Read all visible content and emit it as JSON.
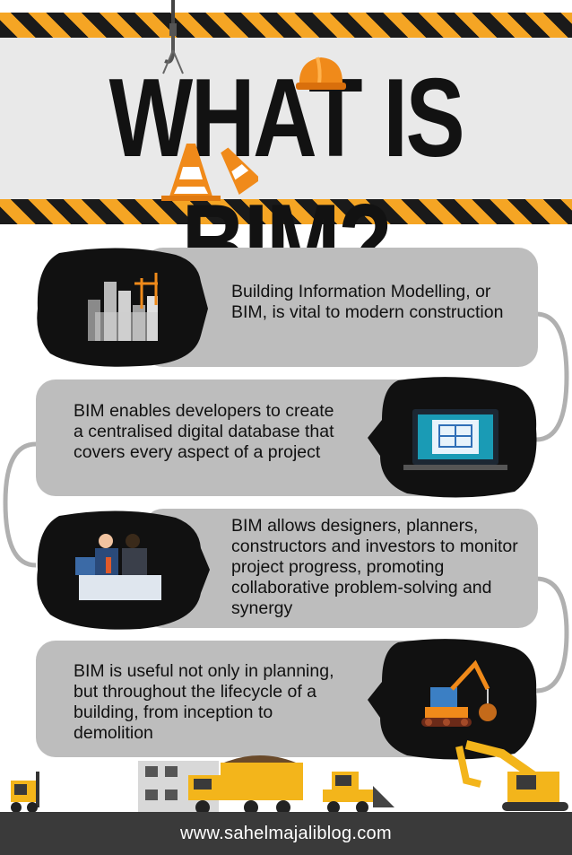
{
  "header": {
    "title": "WHAT IS BIM?"
  },
  "steps": [
    {
      "text": "Building Information Modelling, or BIM, is vital to modern construction",
      "icon": "city-skyline-crane-icon"
    },
    {
      "text": "BIM enables developers to create a centralised digital database that covers every aspect of a project",
      "icon": "laptop-blueprint-icon"
    },
    {
      "text": "BIM allows designers, planners, constructors and investors to monitor project progress, promoting collaborative problem-solving and synergy",
      "icon": "people-collaborating-icon"
    },
    {
      "text": "BIM is useful not only in planning, but throughout the lifecycle of a building, from inception to demolition",
      "icon": "wrecking-machine-icon"
    }
  ],
  "footer": {
    "url": "www.sahelmajaliblog.com"
  },
  "colors": {
    "stripe_yellow": "#f5a524",
    "stripe_black": "#1a1a1a",
    "card_gray": "#bdbdbd",
    "blob_black": "#111111",
    "machine_yellow": "#f3b51b"
  }
}
